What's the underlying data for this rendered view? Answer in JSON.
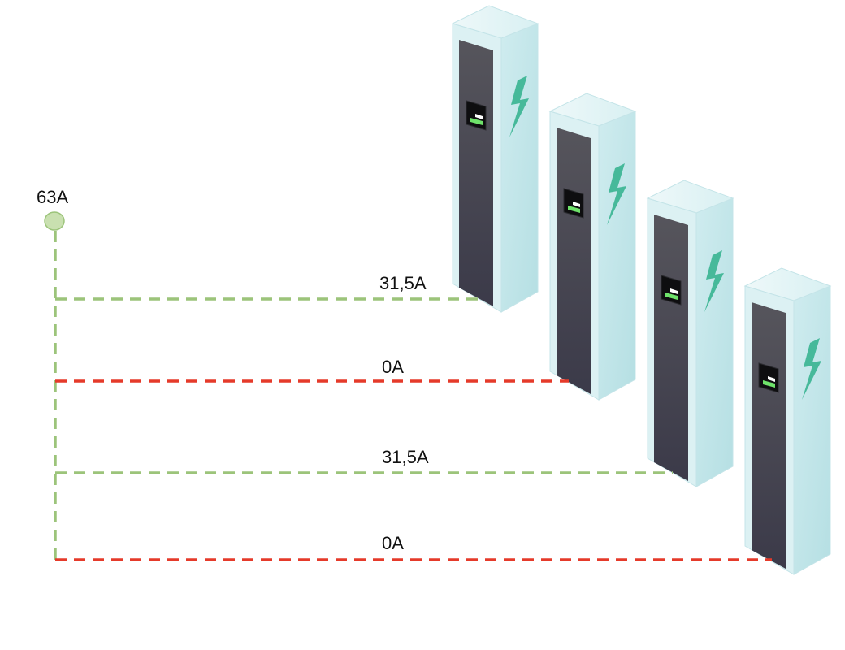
{
  "source": {
    "label": "63A",
    "color": "#9cc47a",
    "fill": "#c9e0b0"
  },
  "lines": [
    {
      "label": "31,5A",
      "status": "active",
      "color": "#9cc47a"
    },
    {
      "label": "0A",
      "status": "inactive",
      "color": "#e53a2a"
    },
    {
      "label": "31,5A",
      "status": "active",
      "color": "#9cc47a"
    },
    {
      "label": "0A",
      "status": "inactive",
      "color": "#e53a2a"
    }
  ],
  "charger": {
    "count": 4,
    "icon": "lightning-bolt-icon",
    "front_color": "#44434e",
    "body_color": "#d6eef0",
    "bolt_color": "#46b99a",
    "screen_color": "#6ee26a"
  }
}
